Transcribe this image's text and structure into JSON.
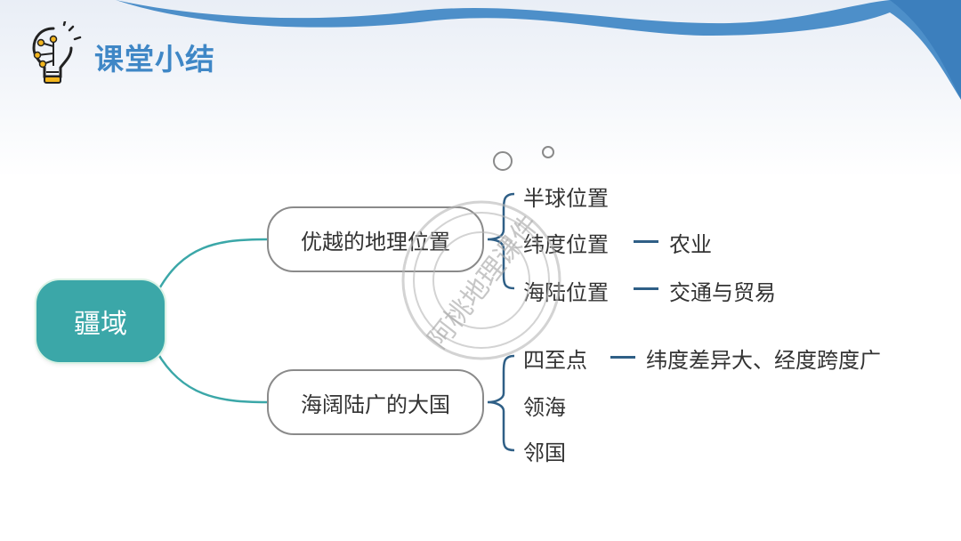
{
  "header": {
    "title": "课堂小结",
    "icon": "lightbulb-brain-icon"
  },
  "mindmap": {
    "root": "疆域",
    "branches": [
      {
        "label": "优越的地理位置",
        "leaves": [
          {
            "label": "半球位置",
            "detail": ""
          },
          {
            "label": "纬度位置",
            "detail": "农业"
          },
          {
            "label": "海陆位置",
            "detail": "交通与贸易"
          }
        ]
      },
      {
        "label": "海阔陆广的大国",
        "leaves": [
          {
            "label": "四至点",
            "detail": "纬度差异大、经度跨度广"
          },
          {
            "label": "领海",
            "detail": ""
          },
          {
            "label": "邻国",
            "detail": ""
          }
        ]
      }
    ]
  },
  "watermark": {
    "text": "阿桃地理课件"
  },
  "colors": {
    "accent": "#3f87c6",
    "root_fill": "#3ba7a8",
    "connector": "#3ba7a8",
    "bracket": "#2f5f86",
    "wave": "#4d8fc9"
  }
}
